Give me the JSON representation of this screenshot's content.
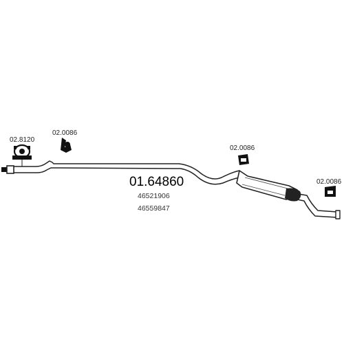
{
  "diagram": {
    "main_part_number": "01.64860",
    "oem_numbers": [
      "46521906",
      "46559847"
    ],
    "components": [
      {
        "id": "clamp-front",
        "label": "02.8120",
        "icon": "pipe-clamp-icon"
      },
      {
        "id": "mount-front",
        "label": "02.0086",
        "icon": "rubber-mount-icon"
      },
      {
        "id": "mount-middle",
        "label": "02.0086",
        "icon": "rubber-mount-icon"
      },
      {
        "id": "mount-rear",
        "label": "02.0086",
        "icon": "rubber-mount-icon"
      }
    ],
    "colors": {
      "line": "#222222",
      "background": "#ffffff",
      "icon_fill": "#111111"
    }
  }
}
